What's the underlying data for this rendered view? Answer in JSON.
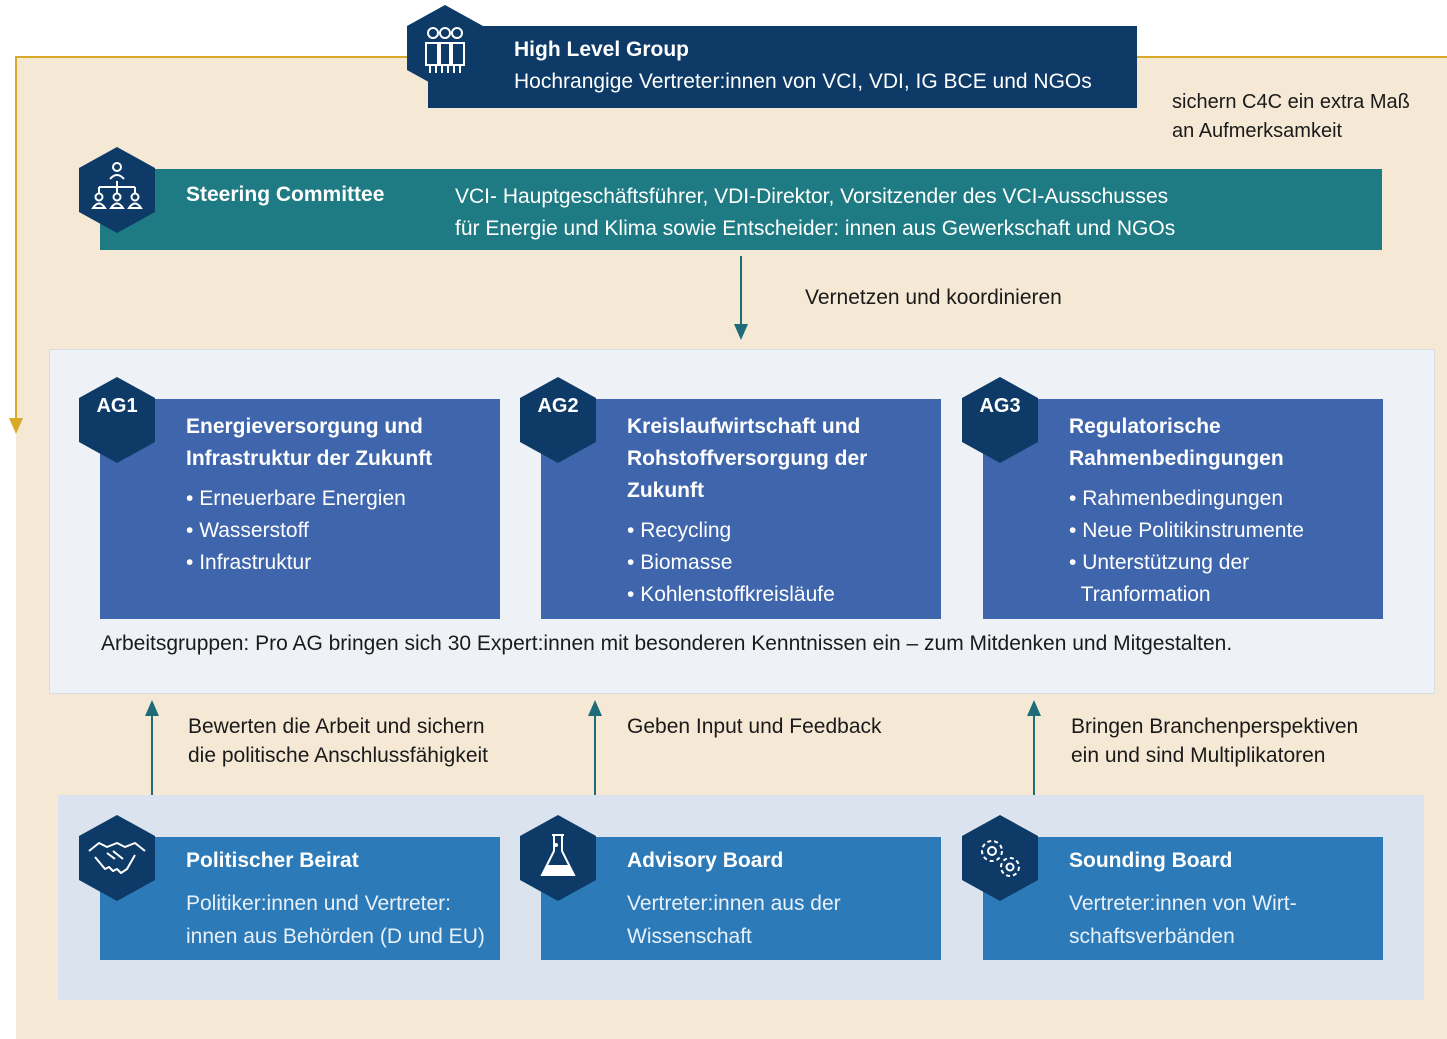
{
  "high_level_group": {
    "title": "High Level Group",
    "description": "Hochrangige Vertreter:innen von VCI, VDI, IG BCE und NGOs",
    "icon": "group-icon",
    "color": "#0d3a66"
  },
  "side_note": {
    "line1": "sichern C4C ein extra Maß",
    "line2": "an Aufmerksamkeit"
  },
  "steering_committee": {
    "title": "Steering Committee",
    "description_line1": "VCI- Hauptgeschäftsführer, VDI-Direktor, Vorsitzender des VCI-Ausschusses",
    "description_line2": "für Energie und Klima sowie Entscheider: innen aus Gewerkschaft und NGOs",
    "icon": "org-chart-icon",
    "color": "#1e7b83"
  },
  "connector_label": "Vernetzen und koordinieren",
  "working_groups": {
    "color": "#3f66ac",
    "groups": [
      {
        "badge": "AG1",
        "title_line1": "Energieversorgung und",
        "title_line2": "Infrastruktur der Zukunft",
        "title_line3": "",
        "items": [
          "Erneuerbare Energien",
          "Wasserstoff",
          "Infrastruktur"
        ],
        "item_continuation": ""
      },
      {
        "badge": "AG2",
        "title_line1": "Kreislaufwirtschaft und",
        "title_line2": "Rohstoffversorgung der",
        "title_line3": "Zukunft",
        "items": [
          "Recycling",
          "Biomasse",
          "Kohlenstoffkreisläufe"
        ],
        "item_continuation": ""
      },
      {
        "badge": "AG3",
        "title_line1": "Regulatorische",
        "title_line2": "Rahmenbedingungen",
        "title_line3": "",
        "items": [
          "Rahmenbedingungen",
          "Neue Politikinstrumente",
          "Unterstützung der"
        ],
        "item_continuation": "Tranformation"
      }
    ],
    "footer": "Arbeitsgruppen: Pro AG bringen sich 30 Expert:innen mit besonderen Kenntnissen ein – zum Mitdenken und Mitgestalten."
  },
  "arrow_labels": [
    {
      "line1": "Bewerten die Arbeit und sichern",
      "line2": "die politische Anschlussfähigkeit"
    },
    {
      "line1": "Geben Input und Feedback",
      "line2": ""
    },
    {
      "line1": "Bringen Branchenperspektiven",
      "line2": "ein und sind Multiplikatoren"
    }
  ],
  "boards": {
    "color": "#2d7ab8",
    "items": [
      {
        "title": "Politischer Beirat",
        "line1": "Politiker:innen und Vertreter:",
        "line2": "innen aus Behörden (D und EU)",
        "icon": "handshake-icon"
      },
      {
        "title": "Advisory Board",
        "line1": "Vertreter:innen aus der",
        "line2": "Wissenschaft",
        "icon": "flask-icon"
      },
      {
        "title": "Sounding Board",
        "line1": "Vertreter:innen von Wirt-",
        "line2": "schaftsverbänden",
        "icon": "gears-icon"
      }
    ]
  },
  "colors": {
    "background": "#f5e8d5",
    "feedback_line": "#d9a92a",
    "arrow": "#1e6b7a"
  }
}
